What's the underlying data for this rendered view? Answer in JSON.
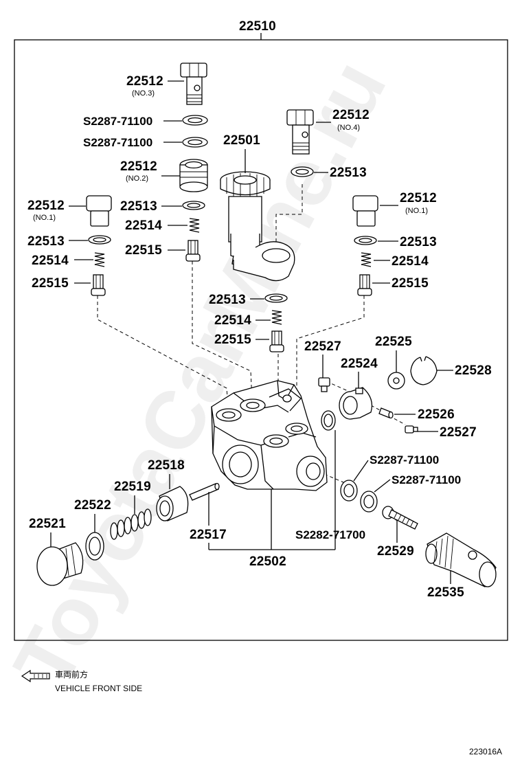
{
  "diagram": {
    "assembly_label": "22510",
    "footnote_code": "223016A",
    "direction_caption_jp": "車両前方",
    "direction_caption_en": "VEHICLE FRONT SIDE",
    "watermark": "ToyotaCarMine.ru",
    "labels": {
      "a22512_no3": "22512",
      "a22512_no3_sub": "(NO.3)",
      "s1": "S2287-71100",
      "s2": "S2287-71100",
      "a22512_no2": "22512",
      "a22512_no2_sub": "(NO.2)",
      "a22513_c": "22513",
      "a22514_c": "22514",
      "a22515_c": "22515",
      "a22501": "22501",
      "a22512_no4": "22512",
      "a22512_no4_sub": "(NO.4)",
      "a22513_no4": "22513",
      "a22512_l": "22512",
      "a22512_l_sub": "(NO.1)",
      "a22513_l": "22513",
      "a22514_l": "22514",
      "a22515_l": "22515",
      "a22512_r": "22512",
      "a22512_r_sub": "(NO.1)",
      "a22513_r": "22513",
      "a22514_r": "22514",
      "a22515_r": "22515",
      "a22513_m": "22513",
      "a22514_m": "22514",
      "a22515_m": "22515",
      "a22527_t": "22527",
      "a22525": "22525",
      "a22524": "22524",
      "a22528": "22528",
      "a22526": "22526",
      "a22527_b": "22527",
      "s3": "S2287-71100",
      "s4": "S2287-71100",
      "a22518": "22518",
      "a22519": "22519",
      "a22522": "22522",
      "a22521": "22521",
      "a22517": "22517",
      "s5": "S2282-71700",
      "a22502": "22502",
      "a22529": "22529",
      "a22535": "22535"
    }
  }
}
